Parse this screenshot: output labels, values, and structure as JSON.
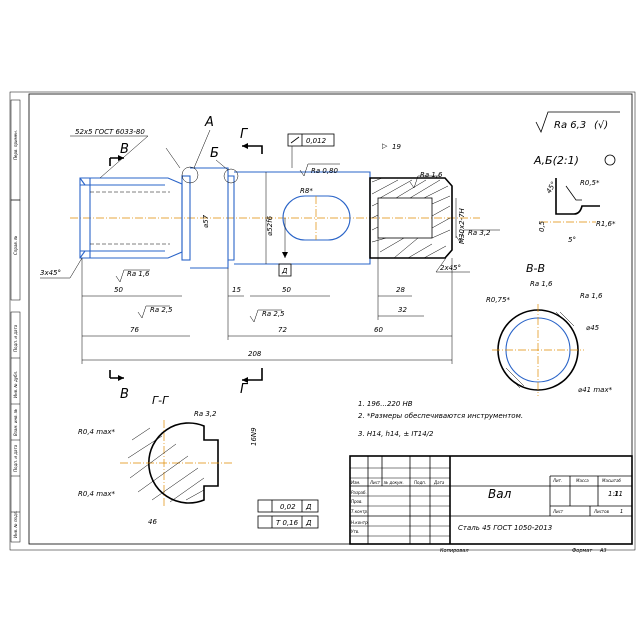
{
  "title_block": {
    "part_name": "Вал",
    "material": "Сталь 45 ГОСТ 1050-2013",
    "header_lit": "Лит.",
    "header_mass": "Масса",
    "header_scale": "Масштаб",
    "scale_value": "1:1",
    "sheet_label": "Лист",
    "sheets_label": "Листов",
    "sheets_value": "1",
    "rows": [
      "Изм.",
      "Лист",
      "№ докум.",
      "Подп.",
      "Дата"
    ],
    "roles": [
      "Разраб.",
      "Пров.",
      "Т.контр.",
      "Н.контр.",
      "Утв."
    ],
    "copied": "Копировал",
    "format": "Формат",
    "format_value": "A3"
  },
  "side_stamps": [
    "Перв. примен.",
    "Справ. №",
    "Подп. и дата",
    "Инв. № дубл.",
    "Взам. инв. №",
    "Подп. и дата",
    "Инв. № подл."
  ],
  "roughness_general": "Ra 6,3",
  "notes": [
    "1. 196...220 HB",
    "2. *Размеры обеспечиваются инструментом.",
    "3. H14, h14, ± IT14/2"
  ],
  "labels": {
    "thread": "52x5 ГОСТ 6033-80",
    "section_a": "A",
    "section_b": "Б",
    "section_g": "Г",
    "section_v": "В",
    "detail_ab": "А,Б(2:1)",
    "view_vv": "В-В",
    "view_gg": "Г-Г",
    "tol_box1": "0,012",
    "datum_d": "Д",
    "tol_02": "0,02",
    "tol_016": "T 0,16",
    "dim_57": "⌀57",
    "dim_52": "⌀52f6",
    "r8": "R8*",
    "m30": "M30x2-7H",
    "ra080": "Ra 0,80",
    "ra16": "Ra 1,6",
    "ra25": "Ra 2,5",
    "ra32": "Ra 3,2",
    "ch3x45": "3x45°",
    "ch2x45": "2x45°",
    "d50": "50",
    "d15": "15",
    "d76": "76",
    "d72": "72",
    "d60": "60",
    "d208": "208",
    "d28": "28",
    "d32": "32",
    "r05": "R0,5*",
    "r16d": "R1,6*",
    "r075": "R0,75*",
    "d45": "⌀45",
    "d41": "⌀41 max*",
    "r04a": "R0,4 max*",
    "r04b": "R0,4 max*",
    "d46": "46",
    "d16": "16N9",
    "star19": "19",
    "sheet_no": "11",
    "dim_5": "5°",
    "dim_45": "45°",
    "dim_05": "0,5"
  }
}
